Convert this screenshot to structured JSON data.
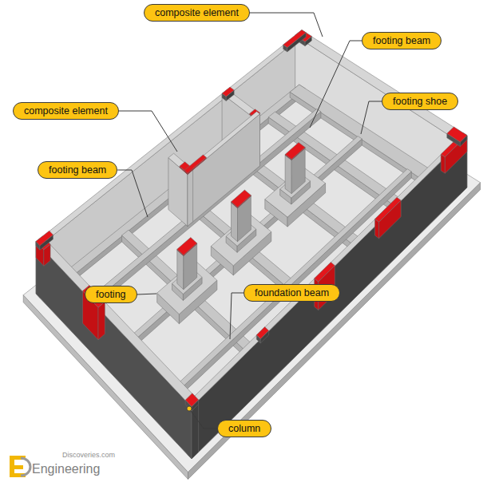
{
  "diagram": {
    "nodes": [
      {
        "text": [
          "composite element"
        ]
      },
      {
        "text": [
          "footing beam"
        ]
      },
      {
        "text": [
          "footing shoe"
        ]
      },
      {
        "text": [
          "composite element"
        ]
      },
      {
        "text": [
          "footing beam"
        ]
      },
      {
        "text": [
          "footing"
        ]
      },
      {
        "text": [
          "foundation beam"
        ]
      },
      {
        "text": [
          "column"
        ]
      }
    ],
    "labels": [
      "Discoveries.com",
      "Engineering"
    ]
  }
}
